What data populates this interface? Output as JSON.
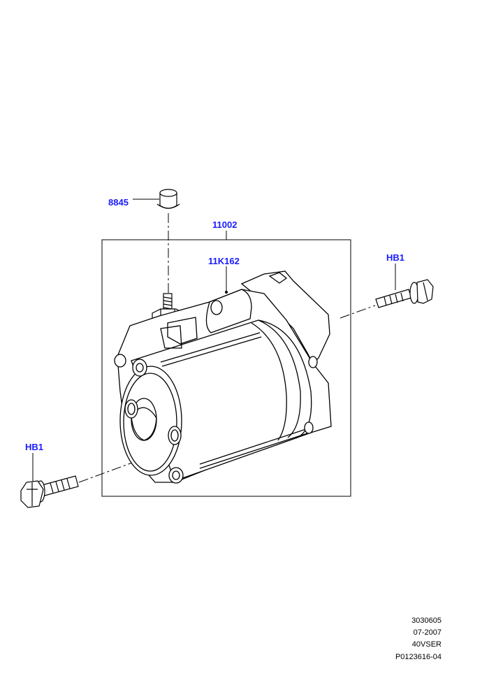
{
  "callouts": {
    "cap": "8845",
    "assembly": "11002",
    "sub_part": "11K162",
    "bolt_right": "HB1",
    "bolt_left": "HB1"
  },
  "footer": {
    "line1": "3030605",
    "line2": "07-2007",
    "line3": "40VSER",
    "line4": "P0123616-04"
  },
  "colors": {
    "callout_text": "#1a1aff",
    "line": "#000000",
    "footer_text": "#000000"
  }
}
